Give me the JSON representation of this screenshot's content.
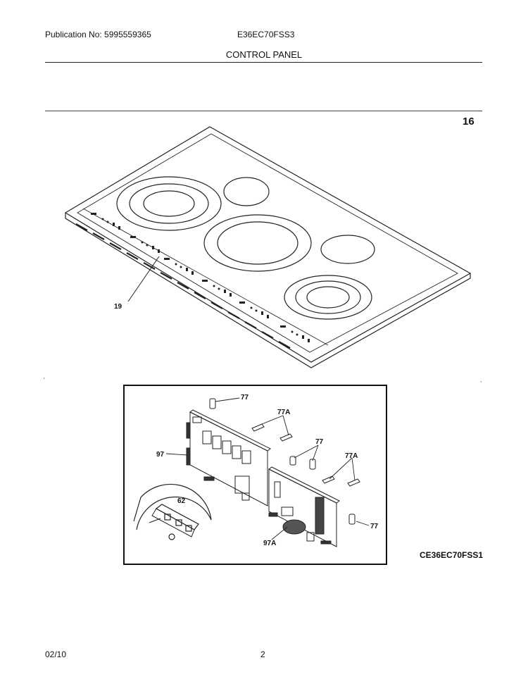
{
  "header": {
    "publication": "Publication No: 5995559365",
    "model": "E36EC70FSS3",
    "section_title": "CONTROL PANEL"
  },
  "figure": {
    "number": "16",
    "diagram_code": "CE36EC70FSS1",
    "callouts": {
      "c19": "19",
      "c77_top": "77",
      "c77a_top": "77A",
      "c97": "97",
      "c77_mid": "77",
      "c77a_mid": "77A",
      "c62": "62",
      "c77_low": "77",
      "c97a": "97A"
    }
  },
  "footer": {
    "date": "02/10",
    "page": "2"
  }
}
